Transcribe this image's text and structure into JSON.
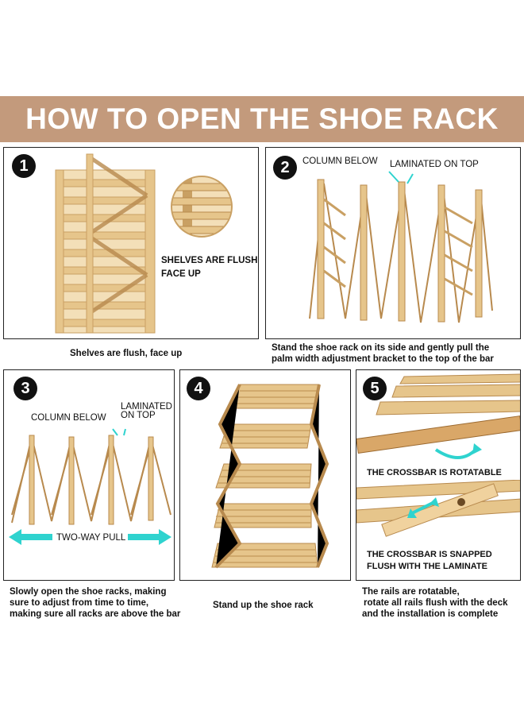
{
  "banner": {
    "title": "HOW TO OPEN THE SHOE RACK",
    "color": "#c39a7c"
  },
  "wood_color": "#e6c58b",
  "wood_dark": "#c9a063",
  "arrow_color": "#2fd3cf",
  "steps": [
    {
      "number": "1",
      "labels": [
        "SHELVES ARE FLUSH,",
        "FACE UP"
      ],
      "caption": "Shelves are flush, face up"
    },
    {
      "number": "2",
      "labels": [
        "COLUMN BELOW",
        "LAMINATED ON TOP"
      ],
      "caption": [
        "Stand the shoe rack on its side and gently pull the",
        "palm width adjustment bracket to the top of the bar"
      ]
    },
    {
      "number": "3",
      "labels": [
        "COLUMN BELOW",
        "LAMINATED",
        "ON TOP",
        "TWO-WAY PULL"
      ],
      "caption": [
        "Slowly open the shoe racks, making",
        "sure to adjust from time to time,",
        "making sure all racks are above the bar"
      ]
    },
    {
      "number": "4",
      "caption": "Stand up the shoe rack"
    },
    {
      "number": "5",
      "labels": [
        "THE CROSSBAR IS ROTATABLE",
        "THE CROSSBAR IS SNAPPED",
        "FLUSH WITH THE LAMINATE"
      ],
      "caption": [
        "The rails are rotatable,",
        "rotate all rails flush with the deck",
        "and the installation is complete"
      ]
    }
  ]
}
